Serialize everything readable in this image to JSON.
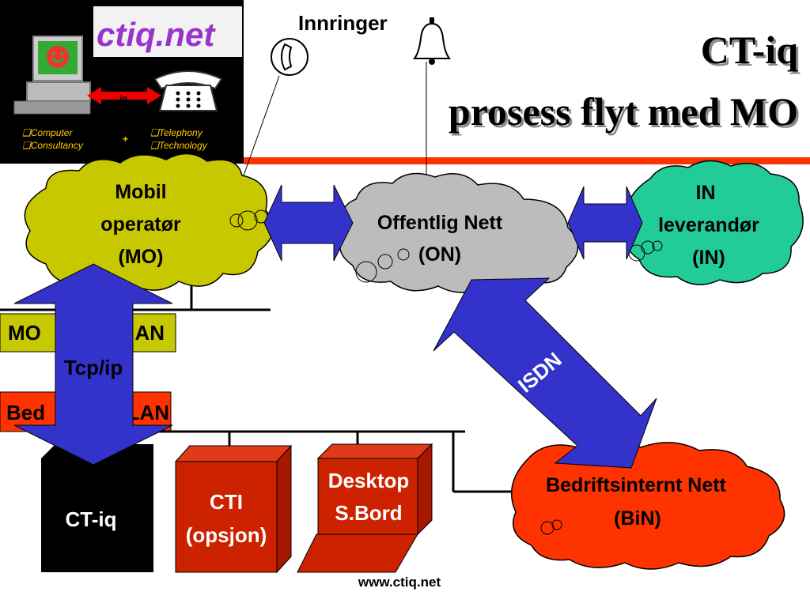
{
  "logo": {
    "brand": "ctiq.net",
    "arrow_label": "iq",
    "plus": "+",
    "items_left": [
      "❑Computer",
      "❑Consultancy"
    ],
    "items_right": [
      "❑Telephony",
      "❑Technology"
    ]
  },
  "title": {
    "line1": "CT-iq",
    "line2": "prosess flyt med MO"
  },
  "innringer_label": "Innringer",
  "nodes": {
    "mo": [
      "Mobil",
      "operatør",
      "(MO)"
    ],
    "on": [
      "Offentlig Nett",
      "(ON)"
    ],
    "in": [
      "IN",
      "leverandør",
      "(IN)"
    ],
    "bin": [
      "Bedriftsinternt Nett",
      "(BiN)"
    ],
    "ctiq": "CT-iq",
    "cti": [
      "CTI",
      "(opsjon)"
    ],
    "desktop": [
      "Desktop",
      "S.Bord"
    ]
  },
  "lan": {
    "mo_left": "MO",
    "mo_right": "AN",
    "bed_left": "Bed",
    "bed_right": "LAN"
  },
  "links": {
    "tcpip": "Tcp/ip",
    "isdn": "ISDN"
  },
  "footer": "www.ctiq.net",
  "colors": {
    "accent_line": "#ff3300",
    "mo_cloud": "#c8c800",
    "on_cloud": "#bcbcbc",
    "in_cloud": "#22cc99",
    "bin_cloud": "#ff3300",
    "arrow": "#3333cc",
    "lan_box": "#c8c800",
    "bed_box": "#ff3300",
    "cti_box": "#cc2200",
    "desktop_box": "#cc2200"
  }
}
